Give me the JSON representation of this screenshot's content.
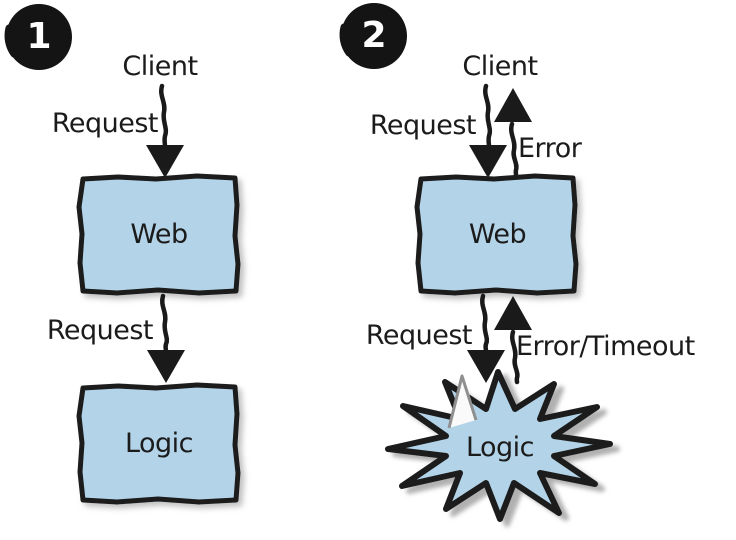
{
  "colors": {
    "ink": "#1a1a1a",
    "box_fill": "#b3d4e8",
    "badge_fill": "#141414",
    "badge_text": "#ffffff",
    "shadow": "#8f8f8f",
    "crack_fill": "#fafafa"
  },
  "panel1": {
    "badge": "1",
    "client": "Client",
    "request_top": "Request",
    "request_bottom": "Request",
    "web": "Web",
    "logic": "Logic"
  },
  "panel2": {
    "badge": "2",
    "client": "Client",
    "request_top": "Request",
    "error_top": "Error",
    "request_bottom": "Request",
    "error_bottom": "Error/Timeout",
    "web": "Web",
    "logic": "Logic"
  }
}
